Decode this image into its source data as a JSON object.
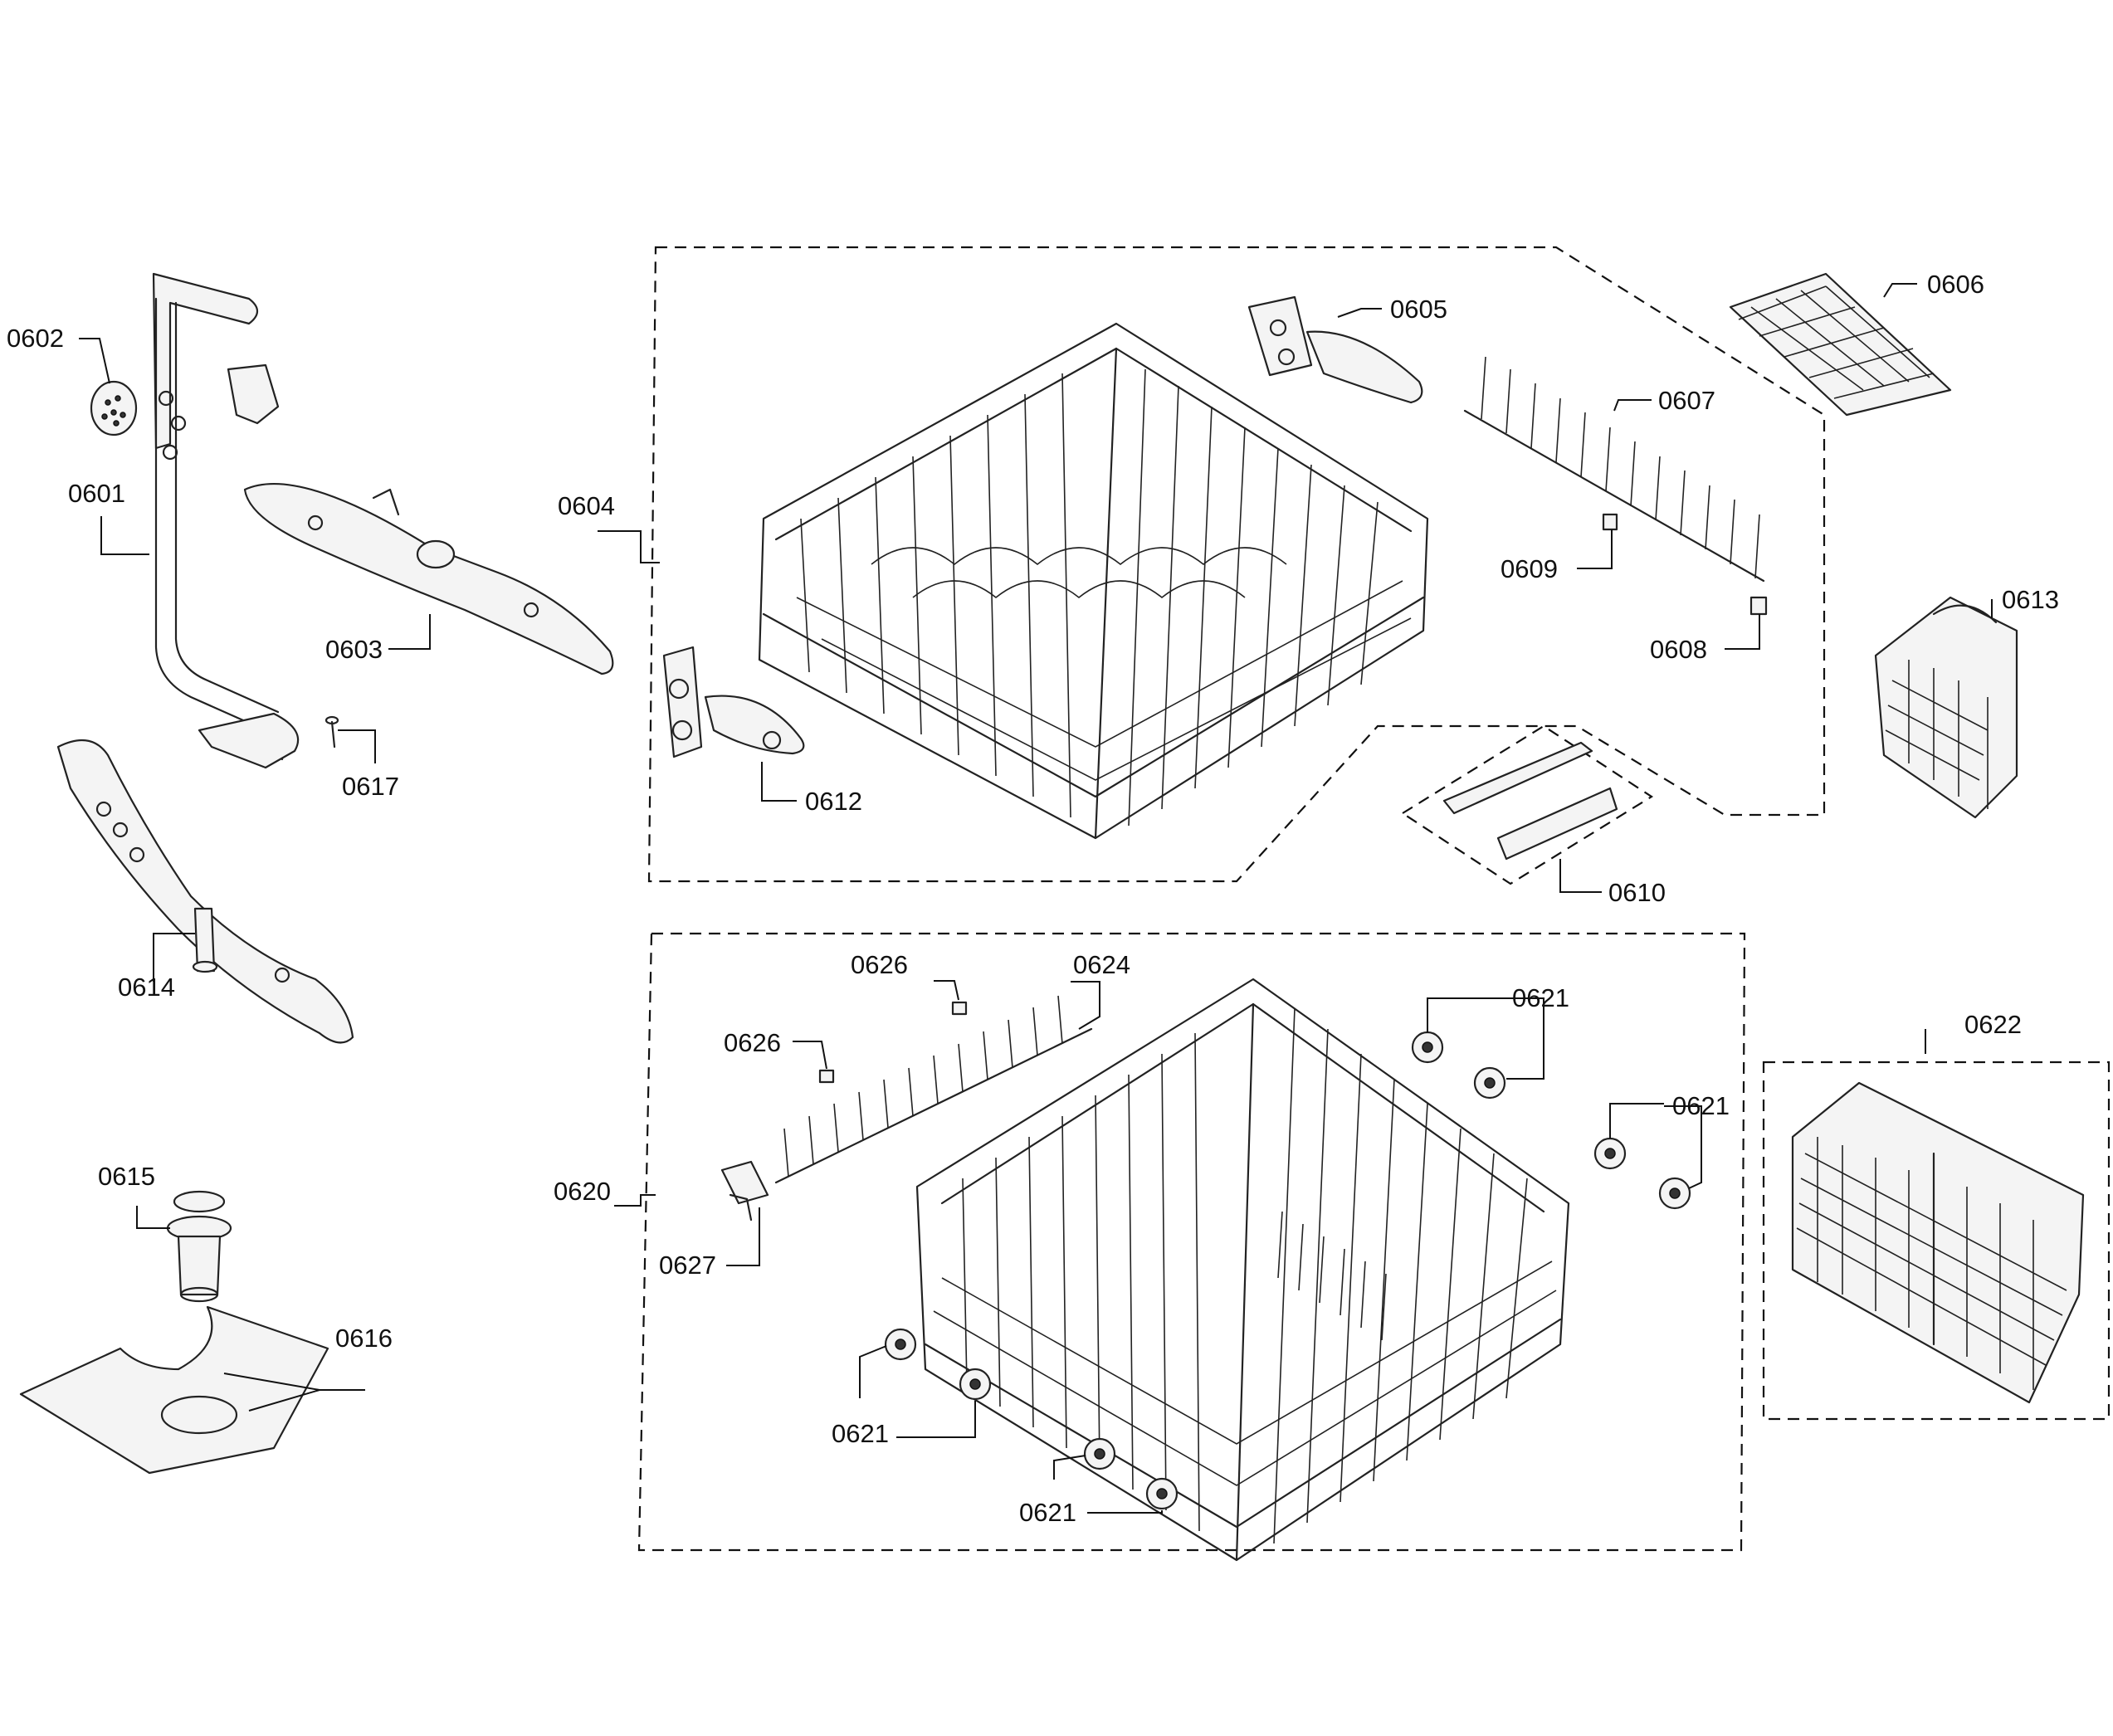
{
  "diagram": {
    "labels": {
      "p0601": "0601",
      "p0602": "0602",
      "p0603": "0603",
      "p0604": "0604",
      "p0605": "0605",
      "p0606": "0606",
      "p0607": "0607",
      "p0608": "0608",
      "p0609": "0609",
      "p0610": "0610",
      "p0612": "0612",
      "p0613": "0613",
      "p0614": "0614",
      "p0615": "0615",
      "p0616": "0616",
      "p0617": "0617",
      "p0620": "0620",
      "p0621": "0621",
      "p0622": "0622",
      "p0624": "0624",
      "p0626": "0626",
      "p0627": "0627"
    }
  }
}
